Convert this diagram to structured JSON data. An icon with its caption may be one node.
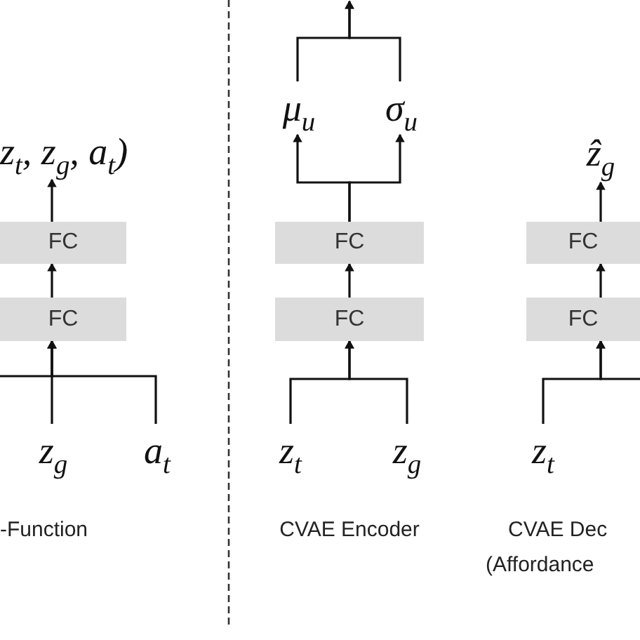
{
  "diagram": {
    "nodes": [
      {
        "text": [
          "z$_{t}$, z$_{g}$, a$_{t}$)"
        ]
      },
      {
        "text": [
          "FC"
        ]
      },
      {
        "text": [
          "FC"
        ]
      },
      {
        "text": [
          "z$_{g}$"
        ]
      },
      {
        "text": [
          "a$_{t}$"
        ]
      },
      {
        "text": [
          "μ$_{u}$"
        ]
      },
      {
        "text": [
          "σ$_{u}$"
        ]
      },
      {
        "text": [
          "FC"
        ]
      },
      {
        "text": [
          "FC"
        ]
      },
      {
        "text": [
          "z$_{t}$"
        ]
      },
      {
        "text": [
          "z$_{g}$"
        ]
      },
      {
        "text": [
          "ẑ$_{g}$"
        ]
      },
      {
        "text": [
          "FC"
        ]
      },
      {
        "text": [
          "FC"
        ]
      },
      {
        "text": [
          "z$_{t}$"
        ]
      }
    ],
    "edges": [
      {
        "from": 1,
        "to": 0,
        "arrow": "to"
      },
      {
        "from": 2,
        "to": 1,
        "arrow": "to"
      },
      {
        "from": 3,
        "to": 2,
        "arrow": "to"
      },
      {
        "from": 4,
        "to": 2,
        "arrow": "to"
      },
      {
        "from": null,
        "to": 2,
        "arrow": "to"
      },
      {
        "from": 7,
        "to": 5,
        "arrow": "to"
      },
      {
        "from": 7,
        "to": 6,
        "arrow": "to"
      },
      {
        "from": 8,
        "to": 7,
        "arrow": "to"
      },
      {
        "from": 9,
        "to": 8,
        "arrow": "to"
      },
      {
        "from": 10,
        "to": 8,
        "arrow": "to"
      },
      {
        "from": 5,
        "to": null,
        "arrow": "to"
      },
      {
        "from": 6,
        "to": null,
        "arrow": "to"
      },
      {
        "from": 13,
        "to": 12,
        "arrow": "to"
      },
      {
        "from": 12,
        "to": 11,
        "arrow": "to"
      },
      {
        "from": 14,
        "to": 13,
        "arrow": "to"
      },
      {
        "from": null,
        "to": 13,
        "arrow": "to"
      }
    ],
    "labels": [
      "-Function",
      "CVAE Encoder",
      "CVAE Dec",
      "(Affordance"
    ]
  }
}
